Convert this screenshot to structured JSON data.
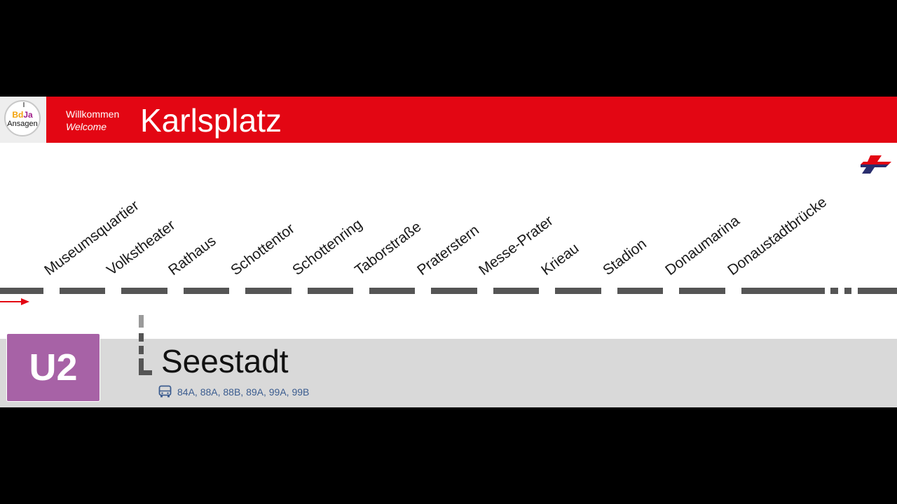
{
  "header": {
    "logo": {
      "line1_part1": "Bd",
      "line1_part2": "Ja",
      "line2": "Ansagen"
    },
    "welcome_de": "Willkommen",
    "welcome_en": "Welcome",
    "current_station": "Karlsplatz"
  },
  "brand_icon": "wiener-linien-metro-icon",
  "stops": [
    "Museumsquartier",
    "Volkstheater",
    "Rathaus",
    "Schottentor",
    "Schottenring",
    "Taborstraße",
    "Praterstern",
    "Messe-Prater",
    "Krieau",
    "Stadion",
    "Donaumarina",
    "Donaustadtbrücke"
  ],
  "line": {
    "name": "U2",
    "color": "#a762a6"
  },
  "destination": "Seestadt",
  "bus_connections": "84A, 88A, 88B, 89A, 99A, 99B",
  "colors": {
    "header": "#e30613",
    "track": "#555555",
    "bottom": "#d9d9d9",
    "bus_text": "#3b5c8f"
  }
}
